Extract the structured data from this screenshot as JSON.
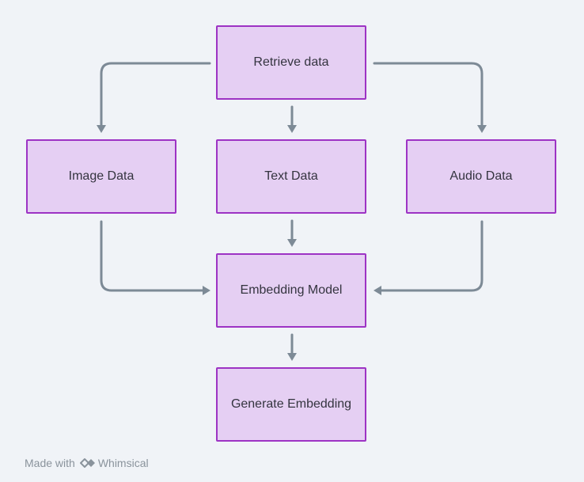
{
  "nodes": {
    "retrieve": "Retrieve data",
    "image": "Image Data",
    "text": "Text Data",
    "audio": "Audio Data",
    "embedding_model": "Embedding Model",
    "generate": "Generate Embedding"
  },
  "footer": {
    "made_with": "Made with",
    "brand": "Whimsical",
    "logo_icon": "whimsical-logo-icon"
  },
  "colors": {
    "background": "#f0f3f7",
    "node_fill": "#e5cff3",
    "node_border": "#9d33c4",
    "connector": "#7d8a96",
    "text": "#34343f",
    "footer_text": "#8a939c"
  }
}
